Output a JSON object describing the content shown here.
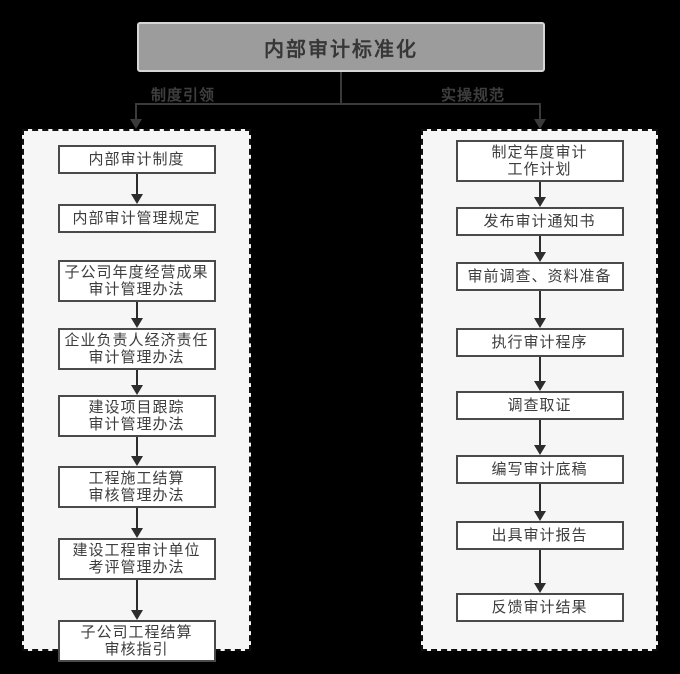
{
  "title": "内部审计标准化",
  "branches": {
    "left": "制度引领",
    "right": "实操规范"
  },
  "left_panel": {
    "items": [
      {
        "lines": [
          "内部审计制度"
        ]
      },
      {
        "lines": [
          "内部审计管理规定"
        ]
      },
      {
        "lines": [
          "子公司年度经营成果",
          "审计管理办法"
        ]
      },
      {
        "lines": [
          "企业负责人经济责任",
          "审计管理办法"
        ]
      },
      {
        "lines": [
          "建设项目跟踪",
          "审计管理办法"
        ]
      },
      {
        "lines": [
          "工程施工结算",
          "审核管理办法"
        ]
      },
      {
        "lines": [
          "建设工程审计单位",
          "考评管理办法"
        ]
      },
      {
        "lines": [
          "子公司工程结算",
          "审核指引"
        ]
      }
    ]
  },
  "right_panel": {
    "items": [
      {
        "lines": [
          "制定年度审计",
          "工作计划"
        ]
      },
      {
        "lines": [
          "发布审计通知书"
        ]
      },
      {
        "lines": [
          "审前调查、资料准备"
        ]
      },
      {
        "lines": [
          "执行审计程序"
        ]
      },
      {
        "lines": [
          "调查取证"
        ]
      },
      {
        "lines": [
          "编写审计底稿"
        ]
      },
      {
        "lines": [
          "出具审计报告"
        ]
      },
      {
        "lines": [
          "反馈审计结果"
        ]
      }
    ]
  },
  "colors": {
    "background": "#000000",
    "title_fill": "#9c9c9c",
    "title_border": "#d6d6d6",
    "panel_fill": "#f6f6f6",
    "box_fill": "#ffffff",
    "box_border": "#4a4a4a",
    "line": "#3a3a3a",
    "text": "#3d3d3d"
  }
}
